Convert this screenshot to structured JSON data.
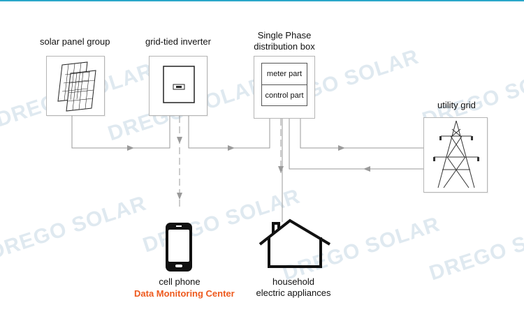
{
  "labels": {
    "solar_panel_group": "solar panel group",
    "grid_tied_inverter": "grid-tied inverter",
    "distribution_box_line1": "Single Phase",
    "distribution_box_line2": "distribution box",
    "utility_grid": "utility grid",
    "meter_part": "meter part",
    "control_part": "control part",
    "cell_phone": "cell phone",
    "data_monitoring_center": "Data Monitoring Center",
    "household_line1": "household",
    "household_line2": "electric appliances"
  },
  "watermark": {
    "text": "DREGO SOLAR"
  },
  "colors": {
    "line": "#9a9a9a",
    "highlight": "#ee5a1e",
    "accent_top": "#2aa7c9"
  }
}
